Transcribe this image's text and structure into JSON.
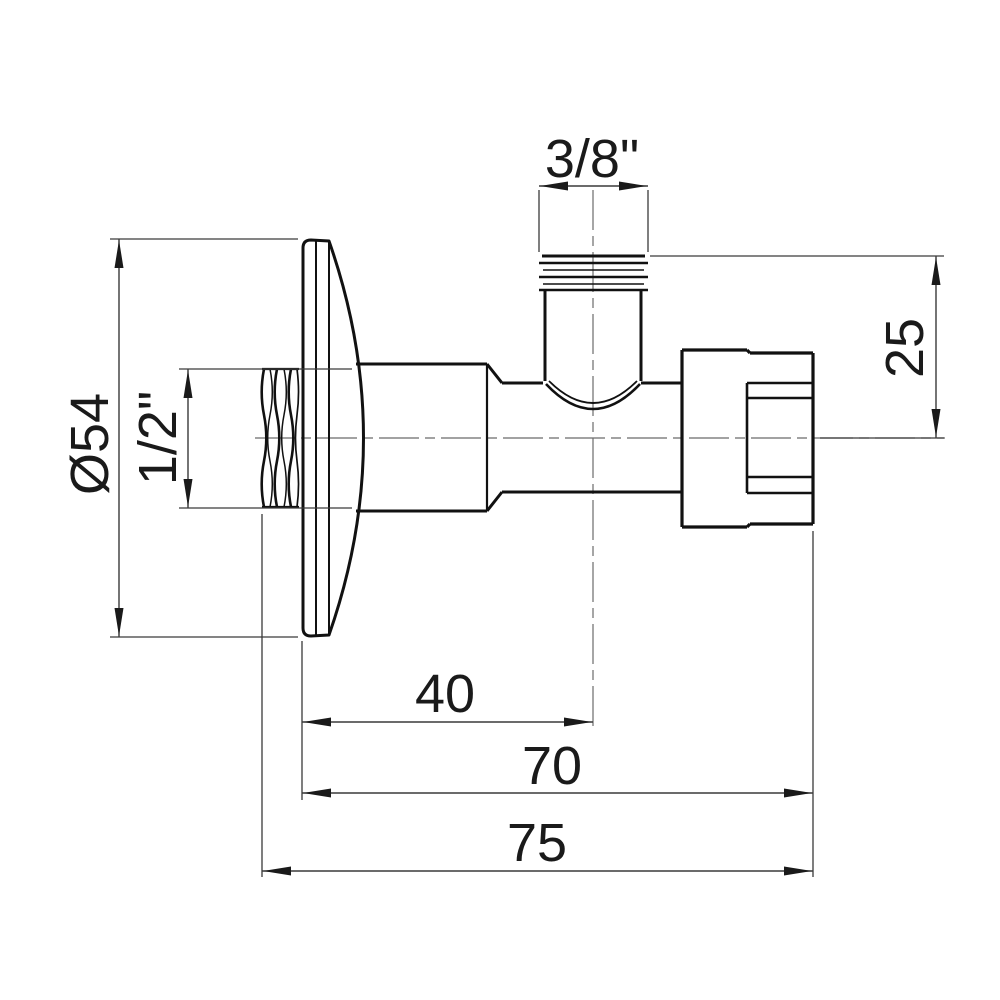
{
  "drawing": {
    "type": "technical-dimension-drawing",
    "subject": "angle-valve-side-view",
    "background_color": "#ffffff",
    "outline_color": "#111111",
    "dimension_line_color": "#3a3a3a",
    "center_line_color": "#6b6b6b",
    "text_color": "#1a1a1a",
    "dimensions": {
      "top_thread": {
        "label": "3/8\"",
        "meaning": "top branch male thread size",
        "orientation": "horizontal"
      },
      "flange_diameter": {
        "label": "Ø54",
        "meaning": "wall flange diameter",
        "orientation": "vertical"
      },
      "left_thread": {
        "label": "1/2\"",
        "meaning": "left male thread size",
        "orientation": "vertical"
      },
      "branch_height": {
        "label": "25",
        "meaning": "height from axis to top of branch thread",
        "orientation": "vertical"
      },
      "length_to_branch_axis": {
        "label": "40",
        "meaning": "flange face to branch axis",
        "orientation": "horizontal"
      },
      "length_to_nut_face": {
        "label": "70",
        "meaning": "flange face to nut end face",
        "orientation": "horizontal"
      },
      "overall_length": {
        "label": "75",
        "meaning": "overall length including left thread",
        "orientation": "horizontal"
      }
    }
  }
}
